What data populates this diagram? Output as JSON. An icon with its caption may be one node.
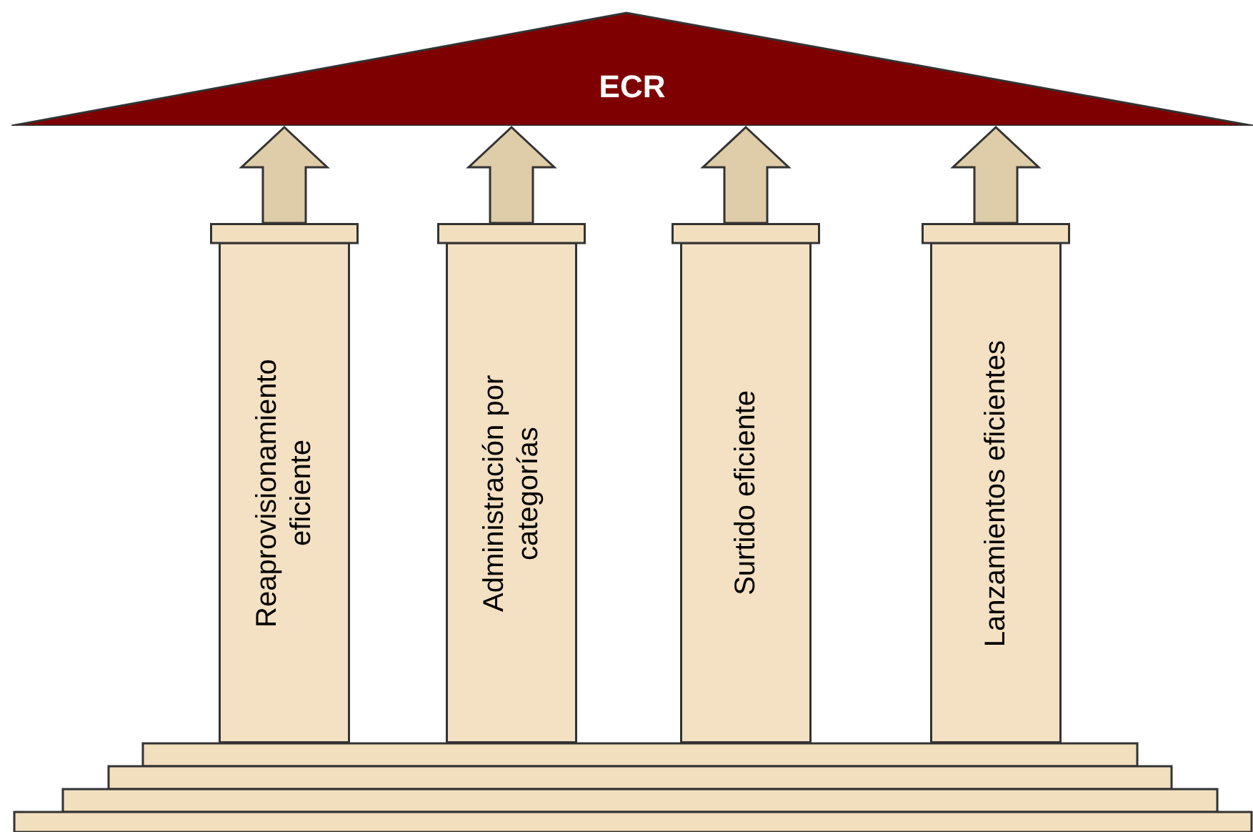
{
  "diagram": {
    "nodes": [
      {
        "text": [
          "ECR"
        ]
      },
      {
        "text": [
          "Reaprovisionamiento eficiente"
        ]
      },
      {
        "text": [
          "Administración por categorías"
        ]
      },
      {
        "text": [
          "Surtido eficiente"
        ]
      },
      {
        "text": [
          "Lanzamientos eficientes"
        ]
      }
    ],
    "edges": [
      {
        "from": 1,
        "to": 0,
        "arrow": "to"
      },
      {
        "from": 2,
        "to": 0,
        "arrow": "to"
      },
      {
        "from": 3,
        "to": 0,
        "arrow": "to"
      },
      {
        "from": 4,
        "to": 0,
        "arrow": "to"
      }
    ]
  }
}
